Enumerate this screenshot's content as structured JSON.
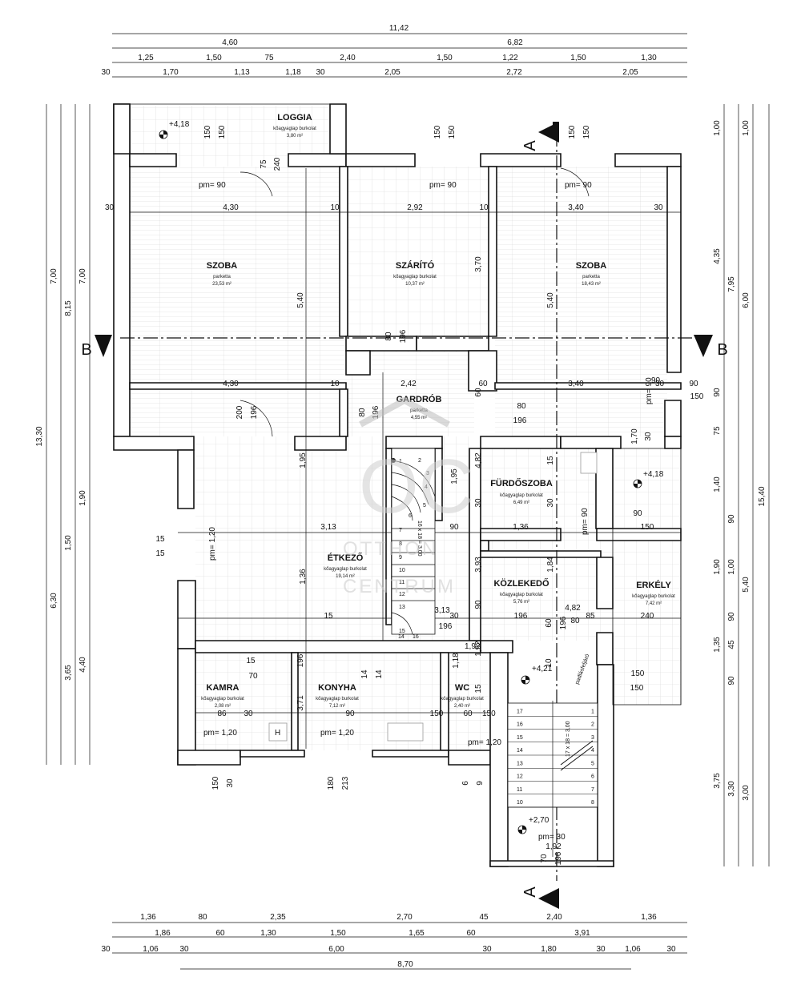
{
  "dims": {
    "top1": [
      "11,42"
    ],
    "top2": [
      "4,60",
      "6,82"
    ],
    "top3": [
      "1,25",
      "1,50",
      "75",
      "2,40",
      "1,50",
      "1,22",
      "1,50",
      "1,30"
    ],
    "top4": [
      "30",
      "1,70",
      "1,13",
      "1,18",
      "30",
      "2,05",
      "2,72",
      "2,05"
    ],
    "bottom1": [
      "1,36",
      "80",
      "2,35",
      "2,70",
      "45",
      "2,40",
      "1,36"
    ],
    "bottom2": [
      "1,86",
      "60",
      "1,30",
      "1,50",
      "1,65",
      "60",
      "3,91"
    ],
    "bottom3": [
      "30",
      "1,06",
      "30",
      "6,00",
      "30",
      "1,80",
      "30",
      "1,06",
      "30"
    ],
    "bottom4": [
      "8,70"
    ],
    "left": [
      "13,30",
      "7,00",
      "8,15",
      "7,00",
      "6,30",
      "1,90",
      "1,50",
      "3,65",
      "4,40"
    ],
    "right": [
      "1,00",
      "1,00",
      "4,35",
      "7,95",
      "6,00",
      "15,40",
      "90",
      "1,40",
      "90",
      "1,90",
      "1,00",
      "5,40",
      "90",
      "1,35",
      "45",
      "90",
      "3,75",
      "3,30",
      "3,00",
      "75",
      "90",
      "150"
    ]
  },
  "inner_dims": [
    "150",
    "150",
    "75",
    "240",
    "150",
    "150",
    "150",
    "150",
    "30",
    "4,30",
    "10",
    "2,92",
    "10",
    "3,40",
    "30",
    "3,70",
    "5,40",
    "5,40",
    "4,30",
    "10",
    "2,42",
    "60",
    "3,40",
    "90",
    "30",
    "80",
    "196",
    "80",
    "196",
    "200",
    "196",
    "80",
    "196",
    "1,70",
    "30",
    "60",
    "1,95",
    "1,95",
    "30",
    "30",
    "4,82",
    "15",
    "3,13",
    "90",
    "1,36",
    "90",
    "150",
    "15",
    "15",
    "3,93",
    "1,84",
    "1,36",
    "90",
    "240",
    "4,82",
    "80",
    "15",
    "3,13",
    "30",
    "196",
    "85",
    "196",
    "60",
    "196",
    "15",
    "70",
    "196",
    "14",
    "14",
    "1,92",
    "1,92",
    "1,18",
    "10",
    "3,71",
    "15",
    "86",
    "30",
    "90",
    "150",
    "60",
    "150",
    "150",
    "150",
    "150",
    "30",
    "180",
    "213",
    "6",
    "9",
    "70",
    "196",
    "1,92",
    "90",
    "240"
  ],
  "rooms": [
    {
      "name": "LOGGIA",
      "finish": "kőagyaglap burkolat",
      "area": "3,80 m²"
    },
    {
      "name": "SZOBA",
      "finish": "parketta",
      "area": "23,53 m²"
    },
    {
      "name": "SZÁRÍTÓ",
      "finish": "kőagyaglap burkolat",
      "area": "10,37 m²"
    },
    {
      "name": "SZOBA",
      "finish": "parketta",
      "area": "18,43 m²"
    },
    {
      "name": "GARDRÓB",
      "finish": "parketta",
      "area": "4,55 m²"
    },
    {
      "name": "FÜRDŐSZOBA",
      "finish": "kőagyaglap burkolat",
      "area": "6,49 m²"
    },
    {
      "name": "ÉTKEZŐ",
      "finish": "kőagyaglap burkolat",
      "area": "19,14 m²"
    },
    {
      "name": "KÖZLEKEDŐ",
      "finish": "kőagyaglap burkolat",
      "area": "5,76 m²"
    },
    {
      "name": "ERKÉLY",
      "finish": "kőagyaglap burkolat",
      "area": "7,42 m²"
    },
    {
      "name": "KAMRA",
      "finish": "kőagyaglap burkolat",
      "area": "2,08 m²"
    },
    {
      "name": "KONYHA",
      "finish": "kőagyaglap burkolat",
      "area": "7,12 m²"
    },
    {
      "name": "WC",
      "finish": "kőagyaglap burkolat",
      "area": "2,40 m²"
    }
  ],
  "pm": [
    "pm= 90",
    "pm= 90",
    "pm= 90",
    "pm= 1,20",
    "pm= 90",
    "pm= 90",
    "pm= 1,20",
    "pm= 1,20",
    "pm= 1,20",
    "pm= 30"
  ],
  "levels": [
    "+4,18",
    "+4,18",
    "+4,21",
    "+2,70"
  ],
  "section_marks": {
    "a": "A",
    "b": "B"
  },
  "stair": {
    "left": [
      "17",
      "16",
      "15",
      "14",
      "13",
      "12",
      "11",
      "10"
    ],
    "right": [
      "1",
      "2",
      "3",
      "4",
      "5",
      "6",
      "7",
      "8"
    ],
    "calc": "17 x 18 = 3,00",
    "note": "padlásfeljáró",
    "spiral": [
      "1",
      "2",
      "3",
      "4",
      "5",
      "6",
      "7",
      "8",
      "9",
      "10",
      "11",
      "12",
      "13",
      "14",
      "15",
      "16"
    ],
    "spiral_calc": "16 x 18 = 3,00"
  },
  "watermark": {
    "logo": "OC",
    "line1": "OTTHON",
    "line2": "CENTRUM"
  },
  "fixture": "H"
}
